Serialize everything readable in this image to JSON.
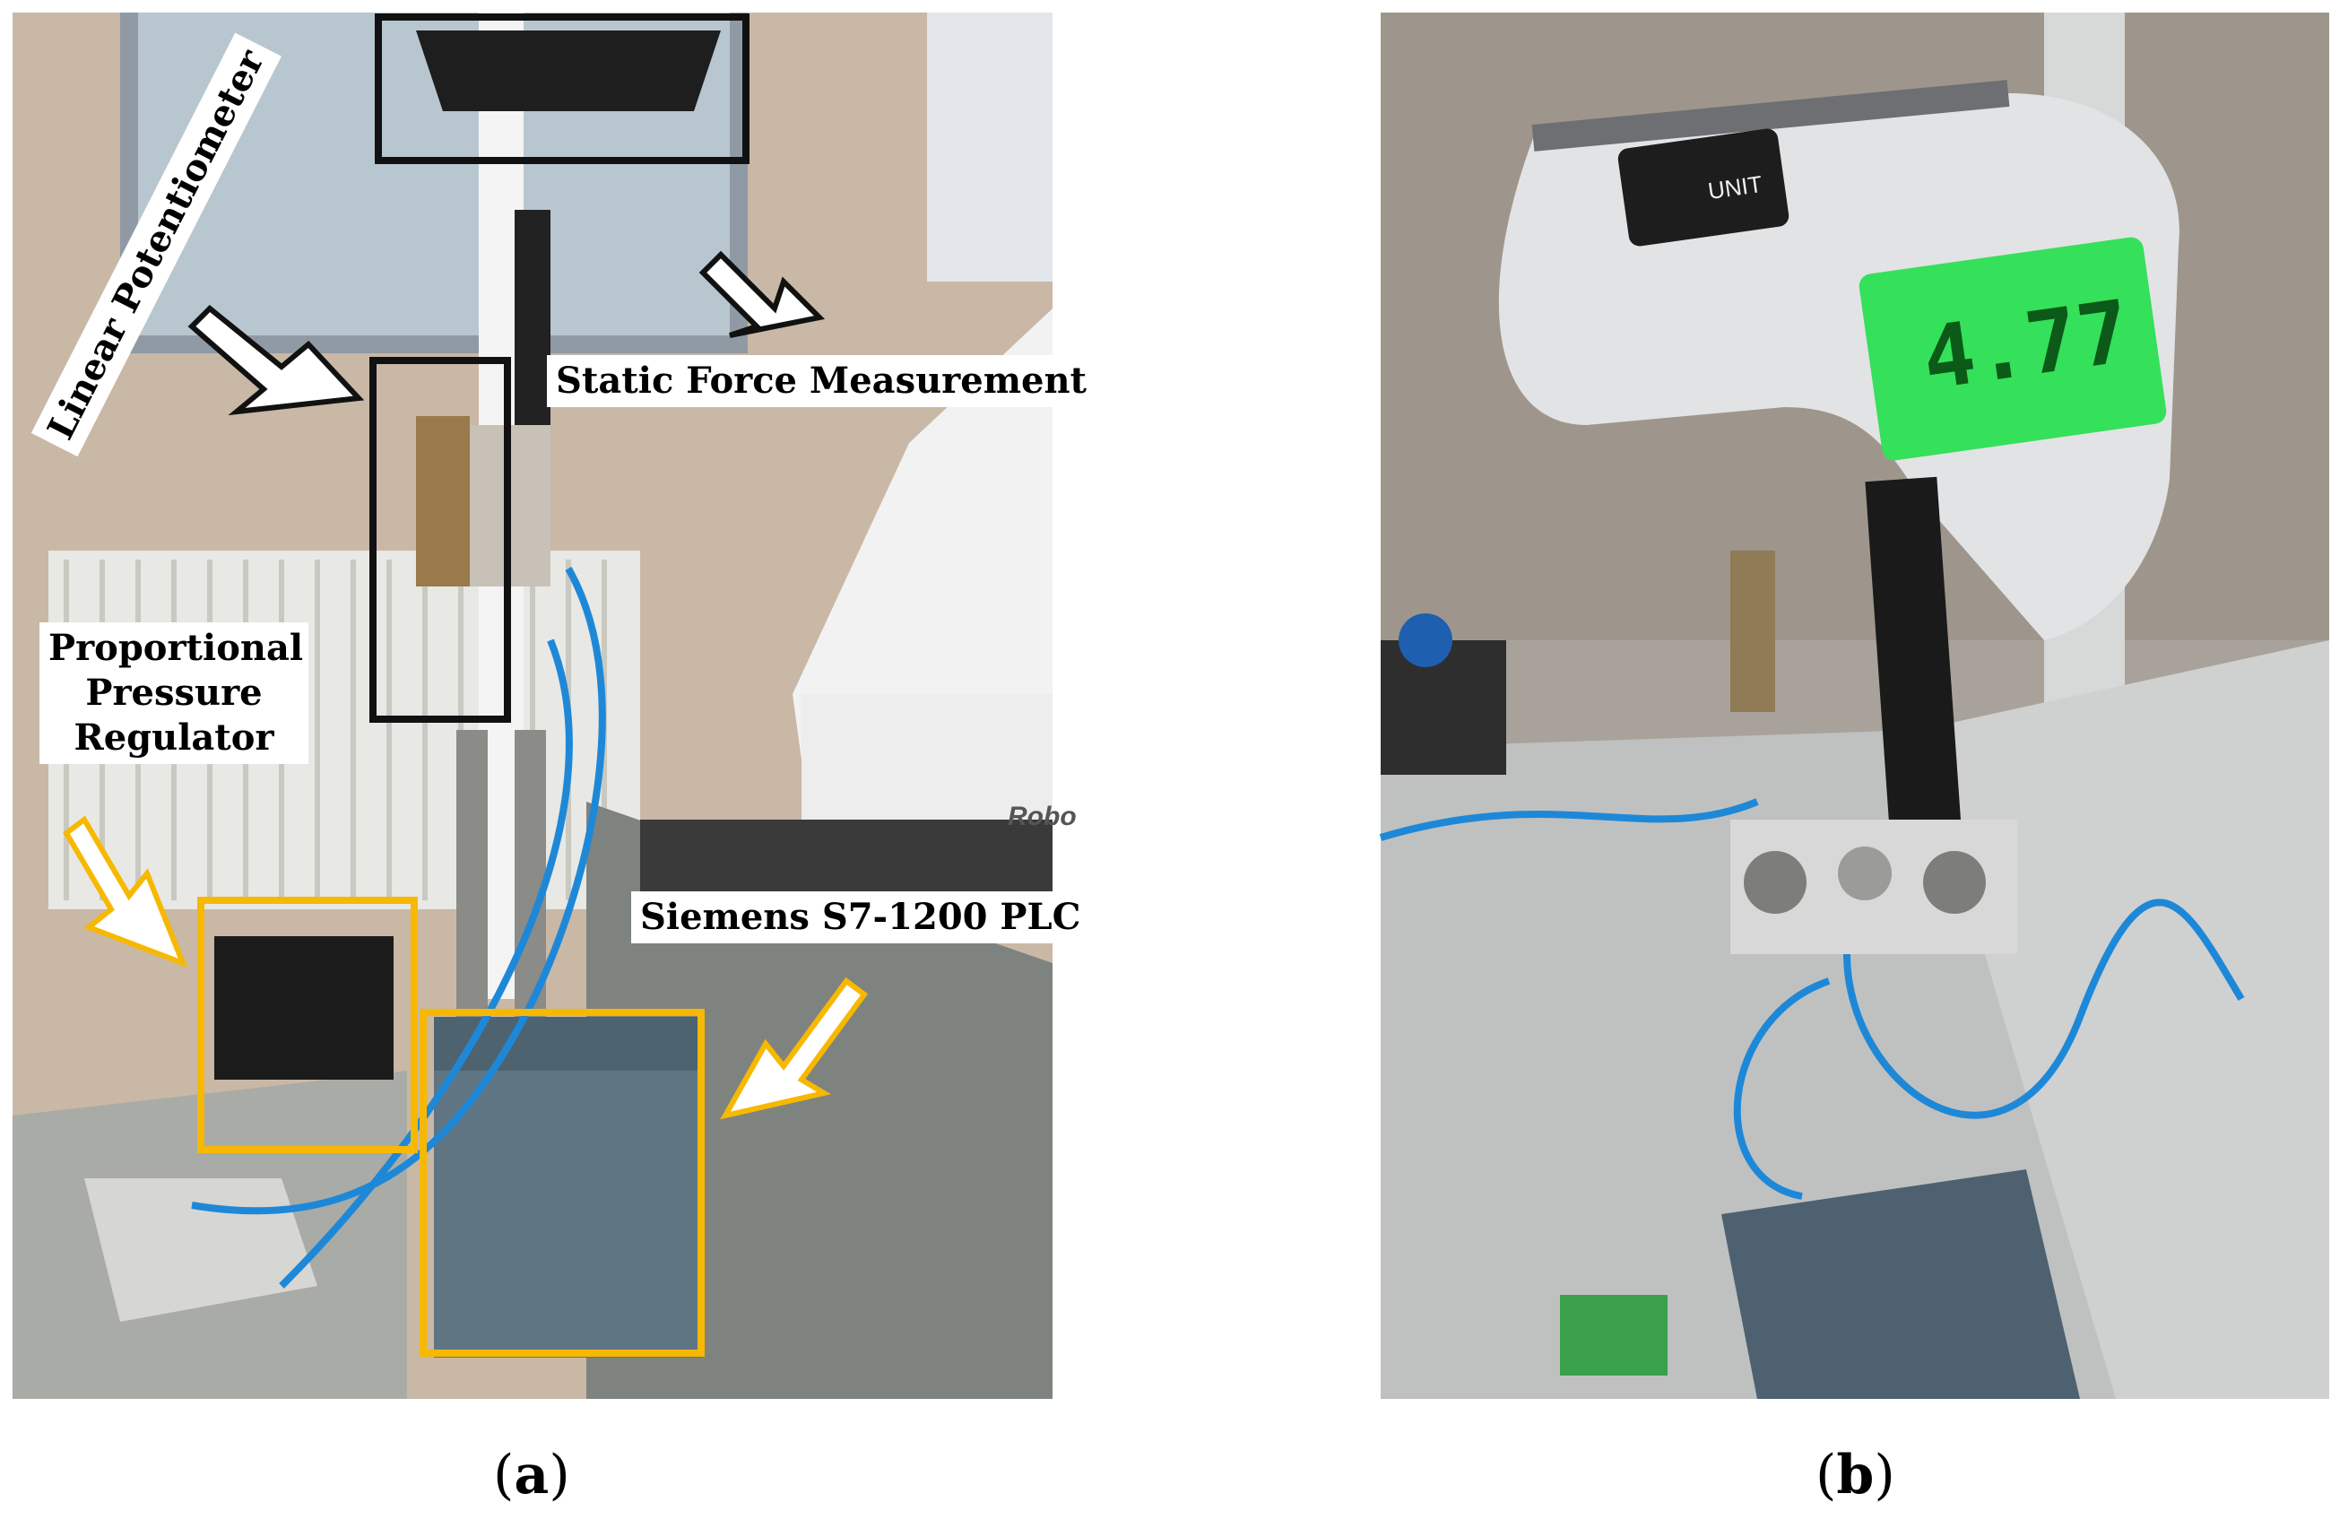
{
  "panel_a": {
    "labels": {
      "linear_potentiometer": "Linear Potentiometer",
      "static_force": "Static Force Measurement",
      "pressure_regulator": [
        "Proportional",
        "Pressure",
        "Regulator"
      ],
      "plc": "Siemens S7-1200 PLC",
      "robot_logo": "Robo"
    },
    "colors": {
      "black_box": "#111111",
      "yellow_box": "#f7b800"
    }
  },
  "panel_b": {
    "scale_display": "4.77",
    "scale_button": "UNIT",
    "colors": {
      "display": "#35e05a"
    }
  },
  "captions": {
    "a": "a",
    "b": "b"
  }
}
